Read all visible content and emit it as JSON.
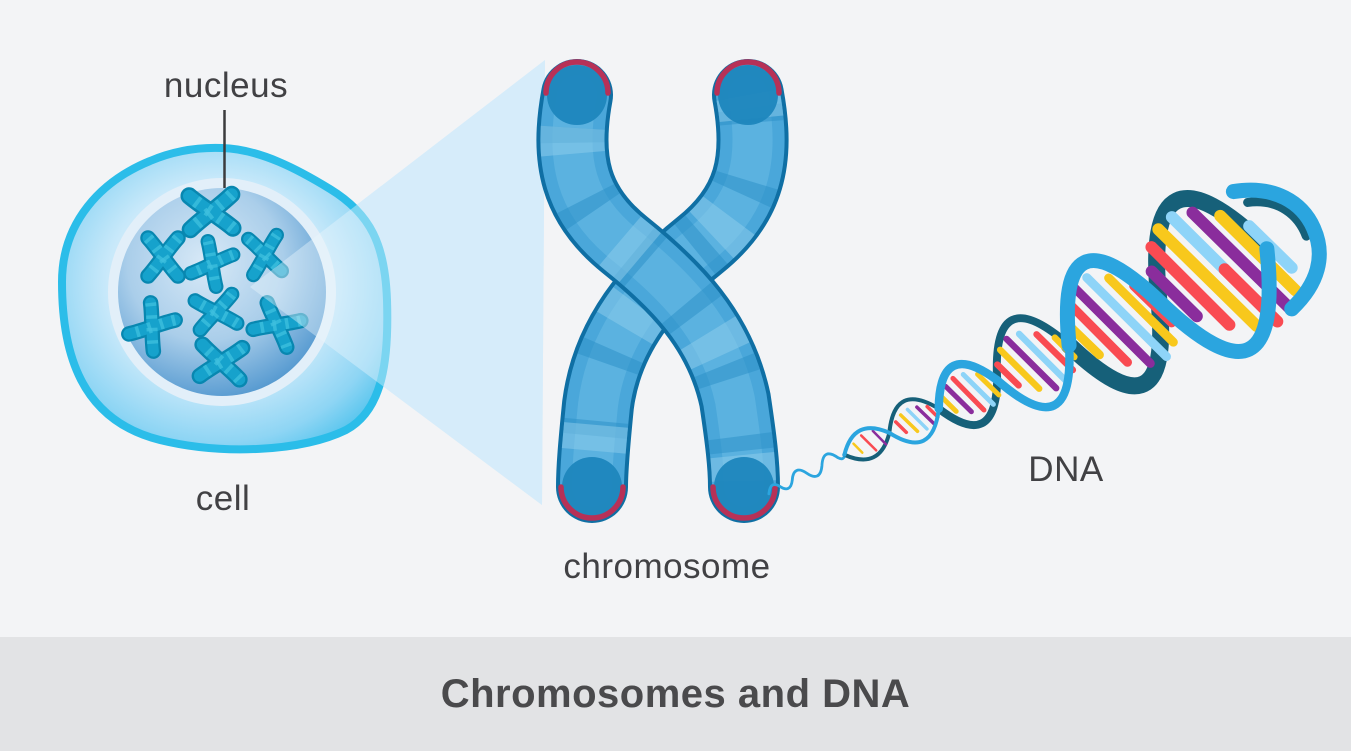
{
  "diagram": {
    "title": "Chromosomes and DNA",
    "labels": {
      "nucleus": "nucleus",
      "cell": "cell",
      "chromosome": "chromosome",
      "dna": "DNA"
    },
    "colors": {
      "background": "#F3F4F6",
      "title_band": "#E2E3E5",
      "title_text": "#4A4A4C",
      "label_text": "#414144",
      "cell_membrane": "#2BBDE9",
      "cell_body": "#BCE3F8",
      "nucleus_sphere": "#4F9CD4",
      "nucleus_chromatin": "#16A2CC",
      "zoom_beam": "#C8E6F9",
      "chromosome_fill": "#4AA7DA",
      "chromosome_band": "#2E92C8",
      "chromosome_outline": "#0F6FA4",
      "chromosome_tip": "#B73157",
      "dna_ribbon_front": "#2BA5DF",
      "dna_ribbon_back": "#166079",
      "base_pair_red": "#F94B52",
      "base_pair_yellow": "#F8C81C",
      "base_pair_light_blue": "#8ED4F8",
      "base_pair_purple": "#8A2D9C"
    }
  }
}
